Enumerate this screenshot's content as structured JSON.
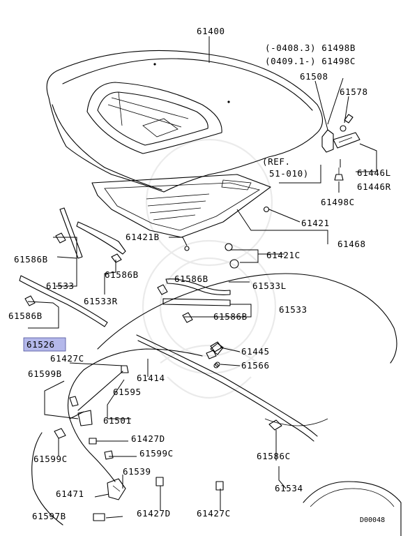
{
  "labels": {
    "p61400": "61400",
    "p61498b_code": "(-0408.3) 61498B",
    "p61498c_code": "(0409.1-) 61498C",
    "p61508": "61508",
    "p61578": "61578",
    "p61446l": "61446L",
    "p61446r": "61446R",
    "ref": "(REF.",
    "ref_num": "51-010)",
    "p61498c": "61498C",
    "p61421": "61421",
    "p61421b": "61421B",
    "p61468": "61468",
    "p61421c": "61421C",
    "p61586b_1": "61586B",
    "p61533": "61533",
    "p61586b_2": "61586B",
    "p61533r": "61533R",
    "p61586b_3": "61586B",
    "p61533l": "61533L",
    "p61586b_4": "61586B",
    "p61533_2": "61533",
    "p61586b_5": "61586B",
    "p61526": "61526",
    "p61445": "61445",
    "p61566": "61566",
    "p61427c_1": "61427C",
    "p61414": "61414",
    "p61599b": "61599B",
    "p61595": "61595",
    "p61501": "61501",
    "p61427d_1": "61427D",
    "p61599c_1": "61599C",
    "p61599c_2": "61599C",
    "p61539": "61539",
    "p61586c": "61586C",
    "p61471": "61471",
    "p61534": "61534",
    "p61597b": "61597B",
    "p61427d_2": "61427D",
    "p61427c_2": "61427C",
    "diagram_code": "D00048"
  },
  "highlight": {
    "color": "#b4b8ea",
    "border": "#4a4f9a",
    "part": "61526"
  }
}
